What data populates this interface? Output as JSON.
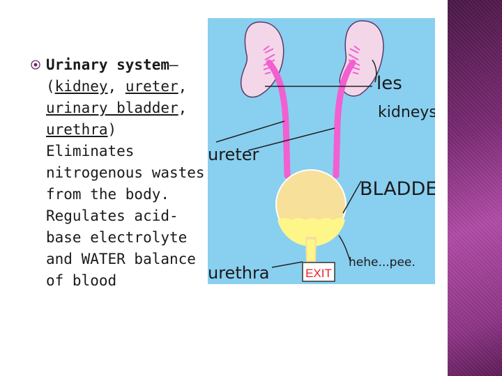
{
  "slide": {
    "heading": "Urinary system",
    "dash": "–",
    "paren_open": "(",
    "organs": [
      "kidney",
      "ureter",
      "urinary bladder",
      "urethra"
    ],
    "sep": ", ",
    "paren_close": ")",
    "description": " Eliminates nitrogenous wastes from the body. Regulates acid-base electrolyte and WATER balance of blood"
  },
  "illustration": {
    "labels": {
      "kidneys_line1": "les",
      "kidneys_line2": "kidneys",
      "ureter": "ureter",
      "bladder": "BLADDER",
      "urethra": "urethra",
      "exit": "EXIT",
      "pee": "hehe...pee."
    },
    "colors": {
      "background": "#89cff0",
      "kidney": "#f3d6e8",
      "tube": "#f25fd0",
      "bladder": "#f6e09a",
      "urine": "#fff68a",
      "exit_red": "#e8202a"
    }
  },
  "colors": {
    "accent_band": "#8e3586"
  }
}
